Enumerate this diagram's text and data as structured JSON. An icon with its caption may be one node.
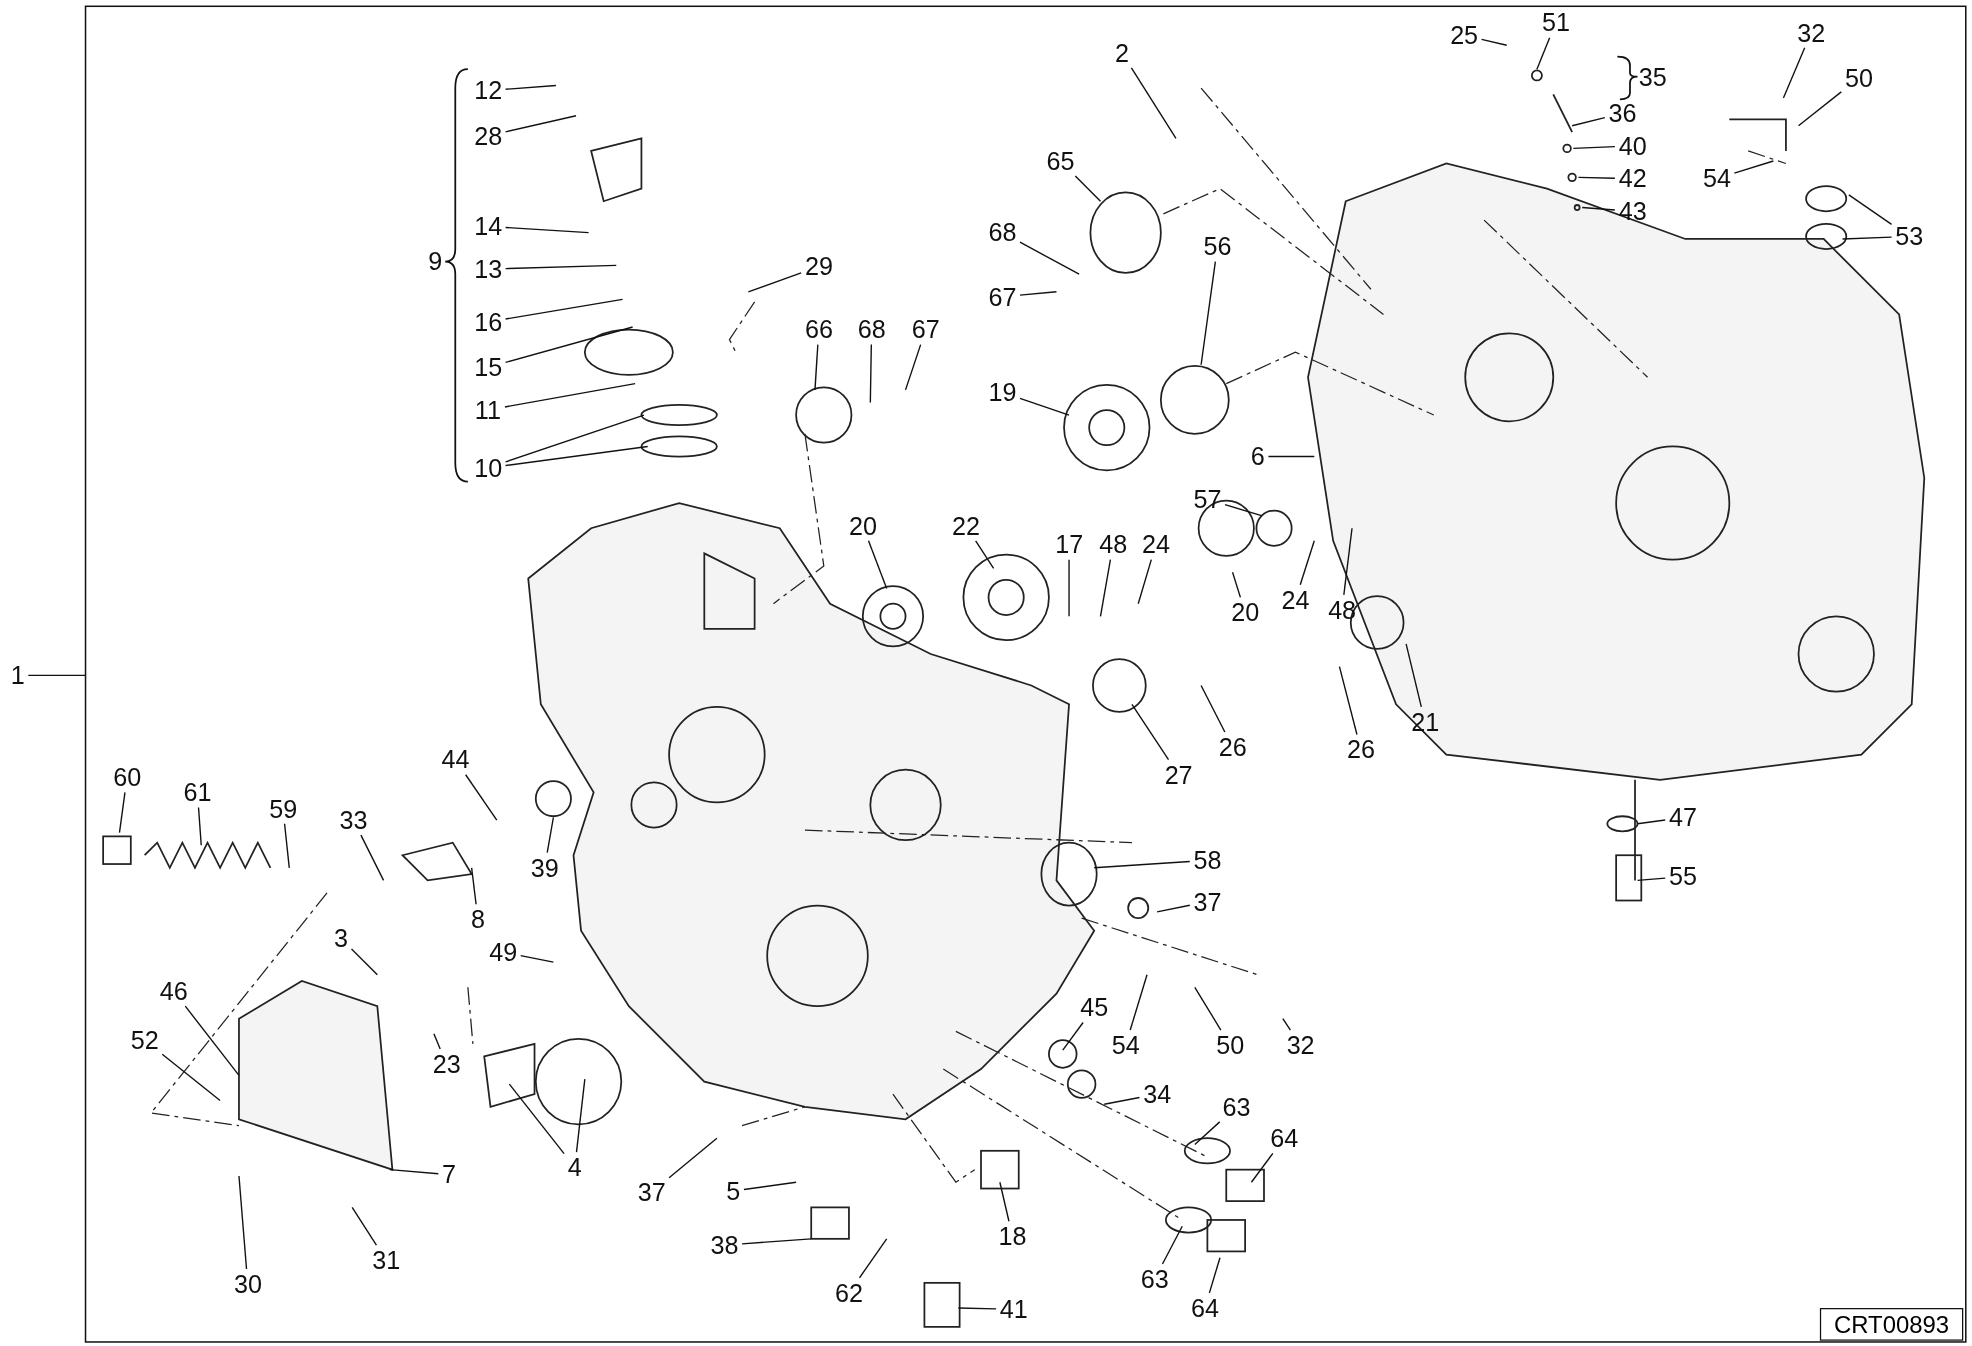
{
  "diagram": {
    "nodes": [
      {
        "text": [
          "1"
        ]
      },
      {
        "text": [
          "12"
        ]
      },
      {
        "text": [
          "28"
        ]
      },
      {
        "text": [
          "14"
        ]
      },
      {
        "text": [
          "13"
        ]
      },
      {
        "text": [
          "16"
        ]
      },
      {
        "text": [
          "15"
        ]
      },
      {
        "text": [
          "11"
        ]
      },
      {
        "text": [
          "10"
        ]
      },
      {
        "text": [
          "9"
        ]
      },
      {
        "text": [
          "2"
        ]
      },
      {
        "text": [
          "25"
        ]
      },
      {
        "text": [
          "51"
        ]
      },
      {
        "text": [
          "32"
        ]
      },
      {
        "text": [
          "35"
        ]
      },
      {
        "text": [
          "50"
        ]
      },
      {
        "text": [
          "36"
        ]
      },
      {
        "text": [
          "40"
        ]
      },
      {
        "text": [
          "42"
        ]
      },
      {
        "text": [
          "43"
        ]
      },
      {
        "text": [
          "65"
        ]
      },
      {
        "text": [
          "54"
        ]
      },
      {
        "text": [
          "53"
        ]
      },
      {
        "text": [
          "68"
        ]
      },
      {
        "text": [
          "29"
        ]
      },
      {
        "text": [
          "67"
        ]
      },
      {
        "text": [
          "56"
        ]
      },
      {
        "text": [
          "66"
        ]
      },
      {
        "text": [
          "68"
        ]
      },
      {
        "text": [
          "67"
        ]
      },
      {
        "text": [
          "19"
        ]
      },
      {
        "text": [
          "6"
        ]
      },
      {
        "text": [
          "57"
        ]
      },
      {
        "text": [
          "20"
        ]
      },
      {
        "text": [
          "22"
        ]
      },
      {
        "text": [
          "17"
        ]
      },
      {
        "text": [
          "48"
        ]
      },
      {
        "text": [
          "24"
        ]
      },
      {
        "text": [
          "24"
        ]
      },
      {
        "text": [
          "48"
        ]
      },
      {
        "text": [
          "20"
        ]
      },
      {
        "text": [
          "21"
        ]
      },
      {
        "text": [
          "26"
        ]
      },
      {
        "text": [
          "26"
        ]
      },
      {
        "text": [
          "27"
        ]
      },
      {
        "text": [
          "60"
        ]
      },
      {
        "text": [
          "61"
        ]
      },
      {
        "text": [
          "59"
        ]
      },
      {
        "text": [
          "33"
        ]
      },
      {
        "text": [
          "44"
        ]
      },
      {
        "text": [
          "47"
        ]
      },
      {
        "text": [
          "58"
        ]
      },
      {
        "text": [
          "39"
        ]
      },
      {
        "text": [
          "55"
        ]
      },
      {
        "text": [
          "37"
        ]
      },
      {
        "text": [
          "8"
        ]
      },
      {
        "text": [
          "3"
        ]
      },
      {
        "text": [
          "49"
        ]
      },
      {
        "text": [
          "46"
        ]
      },
      {
        "text": [
          "45"
        ]
      },
      {
        "text": [
          "52"
        ]
      },
      {
        "text": [
          "54"
        ]
      },
      {
        "text": [
          "50"
        ]
      },
      {
        "text": [
          "32"
        ]
      },
      {
        "text": [
          "23"
        ]
      },
      {
        "text": [
          "34"
        ]
      },
      {
        "text": [
          "63"
        ]
      },
      {
        "text": [
          "64"
        ]
      },
      {
        "text": [
          "4"
        ]
      },
      {
        "text": [
          "7"
        ]
      },
      {
        "text": [
          "37"
        ]
      },
      {
        "text": [
          "5"
        ]
      },
      {
        "text": [
          "18"
        ]
      },
      {
        "text": [
          "38"
        ]
      },
      {
        "text": [
          "31"
        ]
      },
      {
        "text": [
          "63"
        ]
      },
      {
        "text": [
          "30"
        ]
      },
      {
        "text": [
          "62"
        ]
      },
      {
        "text": [
          "64"
        ]
      },
      {
        "text": [
          "41"
        ]
      }
    ],
    "edges": [
      {
        "from": 0,
        "to": null,
        "arrow": "none"
      },
      {
        "from": 1,
        "to": null,
        "arrow": "none"
      },
      {
        "from": 2,
        "to": null,
        "arrow": "none"
      },
      {
        "from": 3,
        "to": null,
        "arrow": "none"
      },
      {
        "from": 4,
        "to": null,
        "arrow": "none"
      },
      {
        "from": 5,
        "to": null,
        "arrow": "none"
      },
      {
        "from": 6,
        "to": null,
        "arrow": "none"
      },
      {
        "from": 7,
        "to": null,
        "arrow": "none"
      },
      {
        "from": 8,
        "to": null,
        "arrow": "none"
      },
      {
        "from": 8,
        "to": null,
        "arrow": "none"
      },
      {
        "from": 10,
        "to": null,
        "arrow": "none"
      },
      {
        "from": 11,
        "to": null,
        "arrow": "none"
      },
      {
        "from": 12,
        "to": null,
        "arrow": "none"
      },
      {
        "from": 13,
        "to": null,
        "arrow": "none"
      },
      {
        "from": 15,
        "to": null,
        "arrow": "none"
      },
      {
        "from": 16,
        "to": null,
        "arrow": "none"
      },
      {
        "from": 17,
        "to": null,
        "arrow": "none"
      },
      {
        "from": 18,
        "to": null,
        "arrow": "none"
      },
      {
        "from": 19,
        "to": null,
        "arrow": "none"
      },
      {
        "from": 20,
        "to": null,
        "arrow": "none"
      },
      {
        "from": 21,
        "to": null,
        "arrow": "none"
      },
      {
        "from": 22,
        "to": null,
        "arrow": "none"
      },
      {
        "from": 22,
        "to": null,
        "arrow": "none"
      },
      {
        "from": 23,
        "to": null,
        "arrow": "none"
      },
      {
        "from": 24,
        "to": null,
        "arrow": "none"
      },
      {
        "from": 25,
        "to": null,
        "arrow": "none"
      },
      {
        "from": 26,
        "to": null,
        "arrow": "none"
      },
      {
        "from": 27,
        "to": null,
        "arrow": "none"
      },
      {
        "from": 28,
        "to": null,
        "arrow": "none"
      },
      {
        "from": 29,
        "to": null,
        "arrow": "none"
      },
      {
        "from": 30,
        "to": null,
        "arrow": "none"
      },
      {
        "from": 31,
        "to": null,
        "arrow": "none"
      },
      {
        "from": 32,
        "to": null,
        "arrow": "none"
      },
      {
        "from": 33,
        "to": null,
        "arrow": "none"
      },
      {
        "from": 34,
        "to": null,
        "arrow": "none"
      },
      {
        "from": 35,
        "to": null,
        "arrow": "none"
      },
      {
        "from": 36,
        "to": null,
        "arrow": "none"
      },
      {
        "from": 37,
        "to": null,
        "arrow": "none"
      },
      {
        "from": 38,
        "to": null,
        "arrow": "none"
      },
      {
        "from": 39,
        "to": null,
        "arrow": "none"
      },
      {
        "from": 40,
        "to": null,
        "arrow": "none"
      },
      {
        "from": 41,
        "to": null,
        "arrow": "none"
      },
      {
        "from": 42,
        "to": null,
        "arrow": "none"
      },
      {
        "from": 43,
        "to": null,
        "arrow": "none"
      },
      {
        "from": 44,
        "to": null,
        "arrow": "none"
      },
      {
        "from": 45,
        "to": null,
        "arrow": "none"
      },
      {
        "from": 46,
        "to": null,
        "arrow": "none"
      },
      {
        "from": 47,
        "to": null,
        "arrow": "none"
      },
      {
        "from": 48,
        "to": null,
        "arrow": "none"
      },
      {
        "from": 49,
        "to": null,
        "arrow": "none"
      },
      {
        "from": 50,
        "to": null,
        "arrow": "none"
      },
      {
        "from": 51,
        "to": null,
        "arrow": "none"
      },
      {
        "from": 52,
        "to": null,
        "arrow": "none"
      },
      {
        "from": 53,
        "to": null,
        "arrow": "none"
      },
      {
        "from": 54,
        "to": null,
        "arrow": "none"
      },
      {
        "from": 55,
        "to": null,
        "arrow": "none"
      },
      {
        "from": 56,
        "to": null,
        "arrow": "none"
      },
      {
        "from": 57,
        "to": null,
        "arrow": "none"
      },
      {
        "from": 58,
        "to": null,
        "arrow": "none"
      },
      {
        "from": 59,
        "to": null,
        "arrow": "none"
      },
      {
        "from": 60,
        "to": null,
        "arrow": "none"
      },
      {
        "from": 61,
        "to": null,
        "arrow": "none"
      },
      {
        "from": 62,
        "to": null,
        "arrow": "none"
      },
      {
        "from": 63,
        "to": null,
        "arrow": "none"
      },
      {
        "from": 64,
        "to": null,
        "arrow": "none"
      },
      {
        "from": 65,
        "to": null,
        "arrow": "none"
      },
      {
        "from": 66,
        "to": null,
        "arrow": "none"
      },
      {
        "from": 67,
        "to": null,
        "arrow": "none"
      },
      {
        "from": 68,
        "to": null,
        "arrow": "none"
      },
      {
        "from": 68,
        "to": null,
        "arrow": "none"
      },
      {
        "from": 69,
        "to": null,
        "arrow": "none"
      },
      {
        "from": 70,
        "to": null,
        "arrow": "none"
      },
      {
        "from": 71,
        "to": null,
        "arrow": "none"
      },
      {
        "from": 72,
        "to": null,
        "arrow": "none"
      },
      {
        "from": 73,
        "to": null,
        "arrow": "none"
      },
      {
        "from": 74,
        "to": null,
        "arrow": "none"
      },
      {
        "from": 75,
        "to": null,
        "arrow": "none"
      },
      {
        "from": 76,
        "to": null,
        "arrow": "none"
      },
      {
        "from": 77,
        "to": null,
        "arrow": "none"
      },
      {
        "from": 78,
        "to": null,
        "arrow": "none"
      },
      {
        "from": 79,
        "to": null,
        "arrow": "none"
      }
    ],
    "labels": [
      "CRT00893"
    ]
  }
}
